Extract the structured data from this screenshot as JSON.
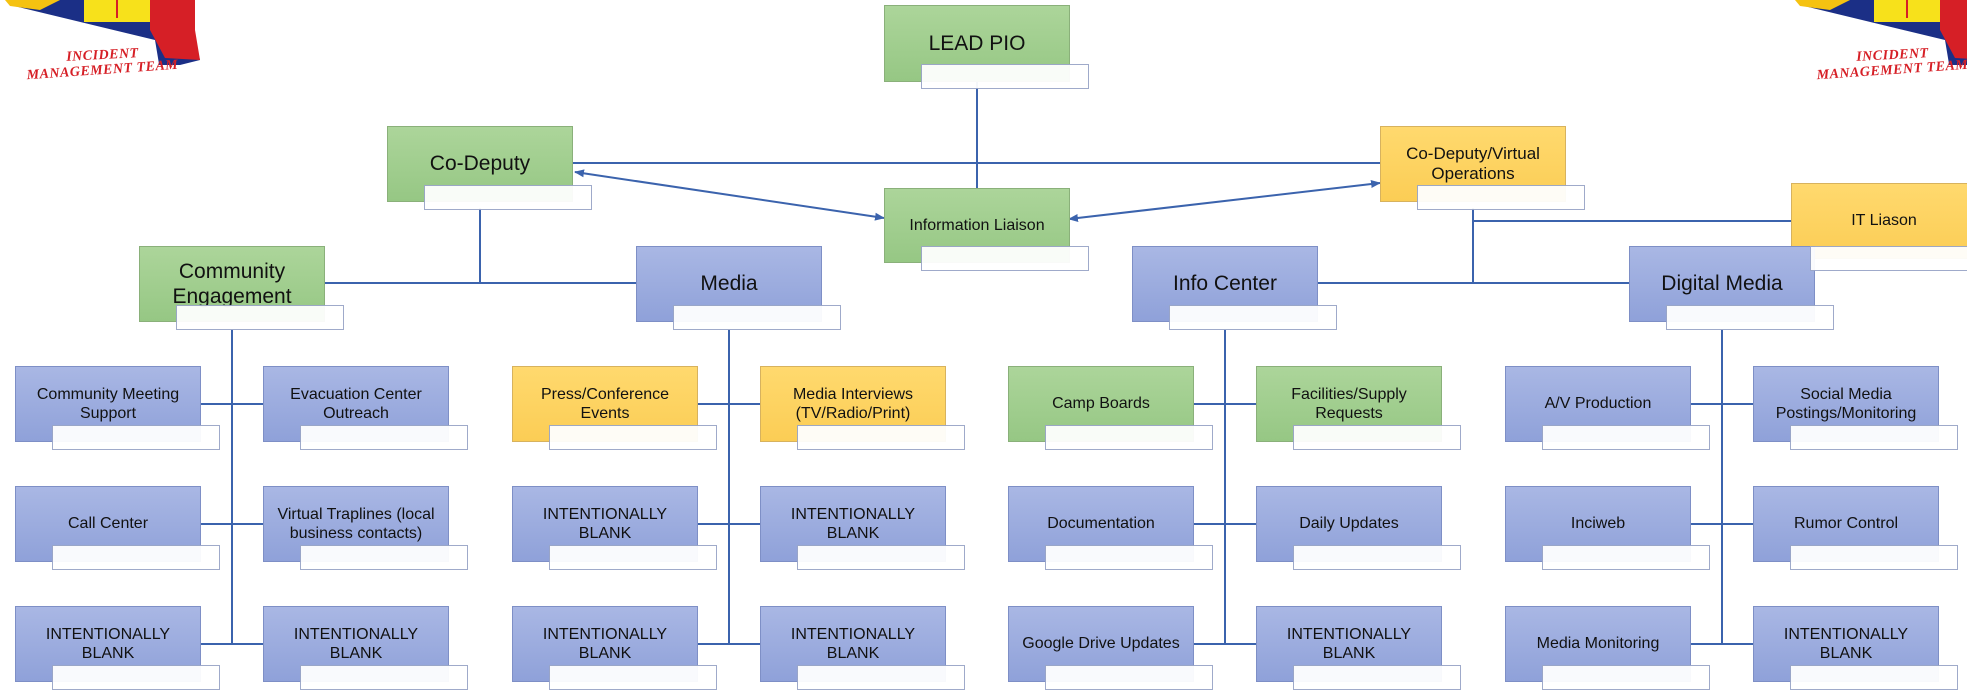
{
  "logo": {
    "line1": "INCIDENT",
    "line2": "MANAGEMENT TEAM"
  },
  "nodes": {
    "lead_pio": "LEAD PIO",
    "co_deputy": "Co-Deputy",
    "co_deputy_virtual": "Co-Deputy/Virtual Operations",
    "information_liaison": "Information Liaison",
    "it_liaison": "IT Liason",
    "community_engagement": "Community Engagement",
    "media": "Media",
    "info_center": "Info Center",
    "digital_media": "Digital Media",
    "community_meeting_support": "Community Meeting Support",
    "evacuation_center_outreach": "Evacuation Center Outreach",
    "call_center": "Call Center",
    "virtual_traplines": "Virtual Traplines (local business contacts)",
    "ce_blank_left": "INTENTIONALLY BLANK",
    "ce_blank_right": "INTENTIONALLY BLANK",
    "press_conference_events": "Press/Conference Events",
    "media_interviews": "Media Interviews (TV/Radio/Print)",
    "media_blank_1": "INTENTIONALLY BLANK",
    "media_blank_2": "INTENTIONALLY BLANK",
    "media_blank_3": "INTENTIONALLY BLANK",
    "media_blank_4": "INTENTIONALLY BLANK",
    "camp_boards": "Camp Boards",
    "facilities_supply_requests": "Facilities/Supply Requests",
    "documentation": "Documentation",
    "daily_updates": "Daily Updates",
    "google_drive_updates": "Google Drive Updates",
    "ic_blank": "INTENTIONALLY BLANK",
    "av_production": "A/V Production",
    "social_media_postings": "Social Media Postings/Monitoring",
    "inciweb": "Inciweb",
    "rumor_control": "Rumor Control",
    "media_monitoring": "Media Monitoring",
    "dm_blank": "INTENTIONALLY BLANK"
  },
  "colors": {
    "green": "#9fcd8b",
    "yellow": "#fdd15f",
    "blue": "#9aaade",
    "line": "#3b63ad",
    "logo_red": "#d61f26"
  }
}
